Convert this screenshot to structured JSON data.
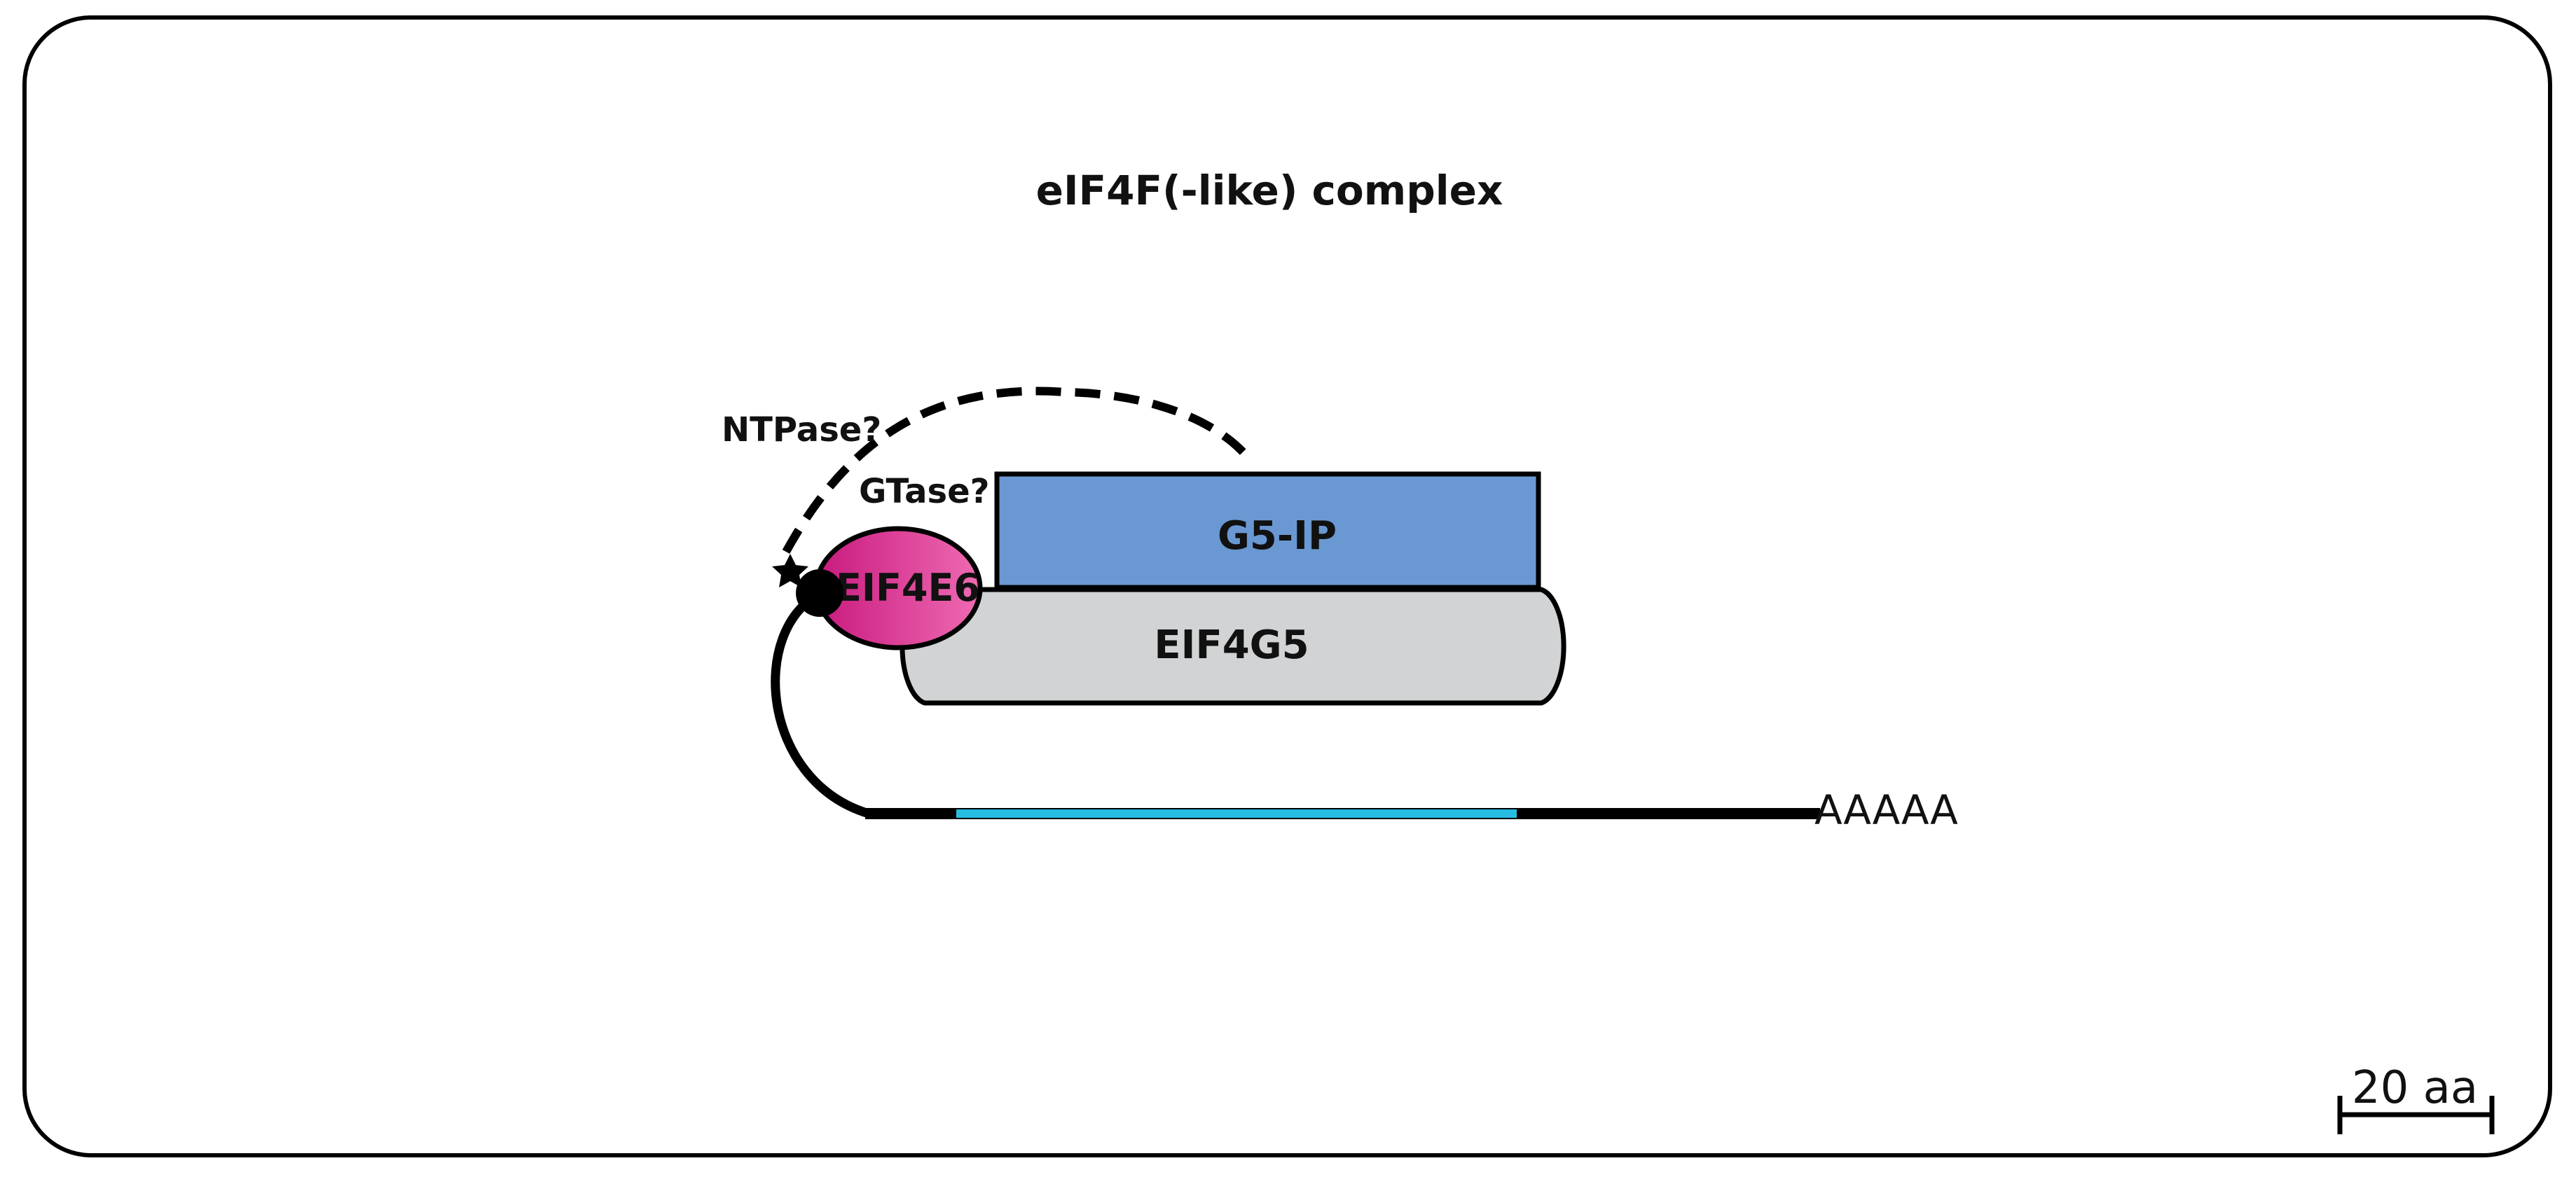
{
  "title": "eIF4F(-like) complex",
  "labels": {
    "ntpase": "NTPase?",
    "gtase": "GTase?",
    "g5ip": "G5-IP",
    "eif4e6": "EIF4E6",
    "eif4g5": "EIF4G5",
    "polya": "AAAAA",
    "scale": "20 aa"
  },
  "colors": {
    "g5ip_fill": "#6a98d2",
    "eif4g5_fill": "#d1d3d4",
    "eif4e6_fill_start": "#c81a7e",
    "eif4e6_fill_end": "#ef6ab2",
    "coding_region": "#27bde3",
    "line": "#000000",
    "frame": "#000000"
  },
  "icons": {
    "cap": "cap-dot-icon",
    "star": "star-icon"
  }
}
